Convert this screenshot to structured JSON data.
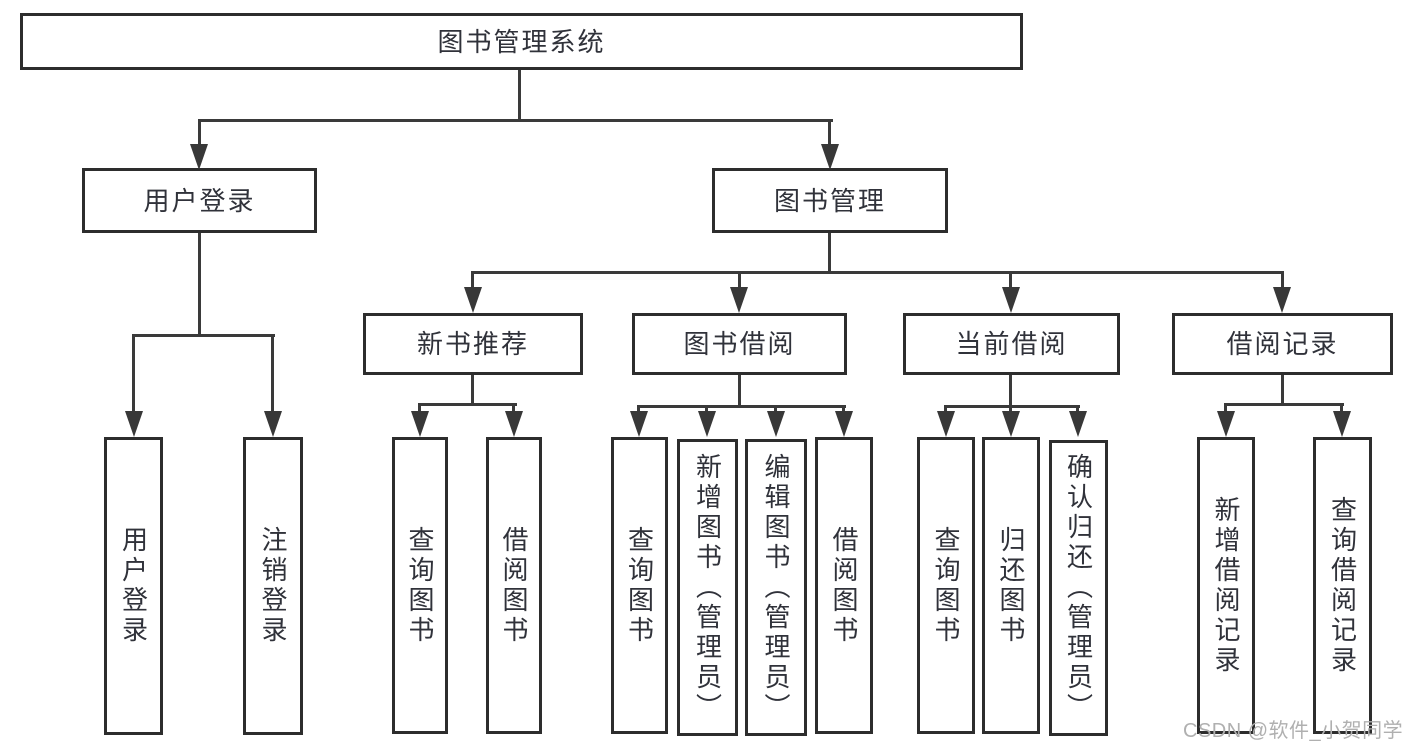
{
  "diagram": {
    "title": "图书管理系统",
    "root": {
      "label": "图书管理系统"
    },
    "branches": [
      {
        "label": "用户登录",
        "children": [
          {
            "label": "用户登录"
          },
          {
            "label": "注销登录"
          }
        ]
      },
      {
        "label": "图书管理",
        "children": [
          {
            "label": "新书推荐",
            "children": [
              {
                "label": "查询图书"
              },
              {
                "label": "借阅图书"
              }
            ]
          },
          {
            "label": "图书借阅",
            "children": [
              {
                "label": "查询图书"
              },
              {
                "label": "新增图书（管理员）"
              },
              {
                "label": "编辑图书（管理员）"
              },
              {
                "label": "借阅图书"
              }
            ]
          },
          {
            "label": "当前借阅",
            "children": [
              {
                "label": "查询图书"
              },
              {
                "label": "归还图书"
              },
              {
                "label": "确认归还（管理员）"
              }
            ]
          },
          {
            "label": "借阅记录",
            "children": [
              {
                "label": "新增借阅记录"
              },
              {
                "label": "查询借阅记录"
              }
            ]
          }
        ]
      }
    ]
  },
  "watermark": {
    "text": "CSDN @软件_小贺同学",
    "color": "#b0b0b0"
  },
  "colors": {
    "box_border": "#2d2d2d",
    "connector": "#3a3a3a",
    "text": "#30323a",
    "background": "#ffffff"
  }
}
